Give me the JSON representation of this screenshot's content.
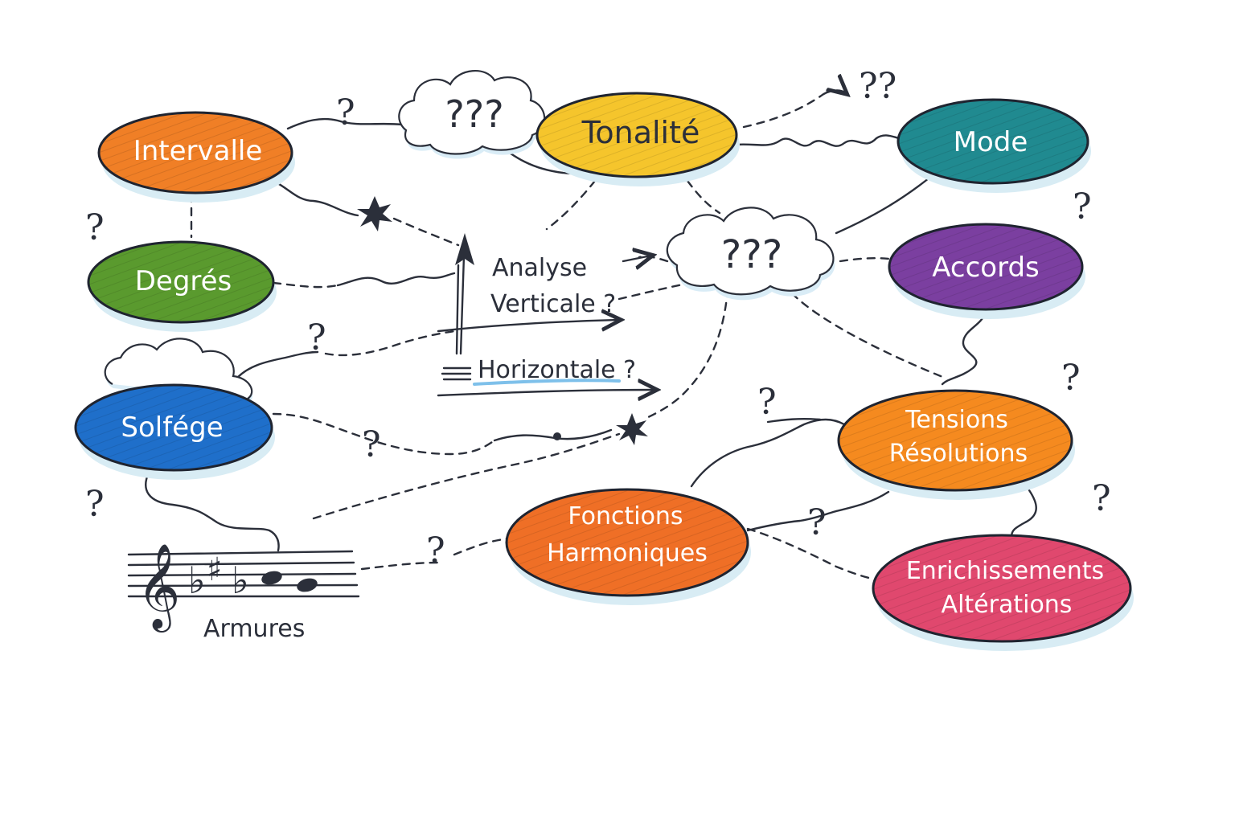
{
  "nodes": {
    "intervalle": {
      "label": "Intervalle",
      "color": "#f07f26"
    },
    "tonalite": {
      "label": "Tonalité",
      "color": "#f5c52c"
    },
    "mode": {
      "label": "Mode",
      "color": "#208a90"
    },
    "degres": {
      "label": "Degrés",
      "color": "#5a9a2e"
    },
    "accords": {
      "label": "Accords",
      "color": "#7b3fa0"
    },
    "solfege": {
      "label": "Solfége",
      "color": "#1f6fca"
    },
    "tensions": {
      "line1": "Tensions",
      "line2": "Résolutions",
      "color": "#f58a1f"
    },
    "fonctions": {
      "line1": "Fonctions",
      "line2": "Harmoniques",
      "color": "#ef6f26"
    },
    "enrichissements": {
      "line1": "Enrichissements",
      "line2": "Altérations",
      "color": "#e0486e"
    }
  },
  "clouds": {
    "top": {
      "label": "???"
    },
    "center": {
      "label": "???"
    }
  },
  "annotations": {
    "analyse_line1": "Analyse",
    "analyse_line2": "Verticale ?",
    "horizontale": "Horizontale ?",
    "armures": "Armures",
    "top_right_marks": "??"
  },
  "question_mark": "?",
  "staff_symbols": {
    "clef": "𝄞",
    "flat": "♭",
    "sharp": "♯"
  }
}
